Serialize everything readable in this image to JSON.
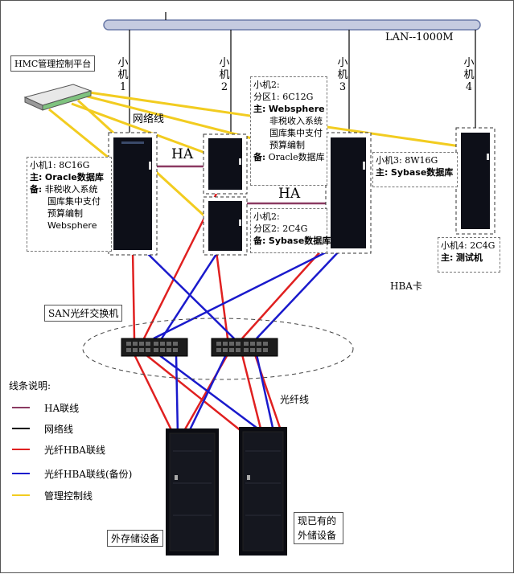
{
  "network": {
    "lan_label": "LAN--1000M",
    "hmc_label": "HMC管理控制平台",
    "net_line_label": "网络线",
    "ha_label": "HA",
    "hba_label": "HBA卡",
    "san_label": "SAN光纤交换机",
    "fiber_label": "光纤线"
  },
  "machines": {
    "m1": "小机1",
    "m2": "小机2",
    "m3": "小机3",
    "m4": "小机4"
  },
  "boxes": {
    "m1": {
      "title": "小机1: 8C16G",
      "main_tag": "主:",
      "main": "Oracle数据库",
      "backup_tag": "备:",
      "backup": [
        "非税收入系统",
        "国库集中支付",
        "预算编制",
        "Websphere"
      ]
    },
    "m2p1": {
      "title": "小机2:",
      "partition": "分区1: 6C12G",
      "main_tag": "主:",
      "main": "Websphere",
      "extra": [
        "非税收入系统",
        "国库集中支付",
        "预算编制"
      ],
      "backup_tag": "备:",
      "backup": "Oracle数据库"
    },
    "m2p2": {
      "title": "小机2:",
      "partition": "分区2: 2C4G",
      "backup_tag": "备:",
      "backup": "Sybase数据库"
    },
    "m3": {
      "title": "小机3: 8W16G",
      "main_tag": "主:",
      "main": "Sybase数据库"
    },
    "m4": {
      "title": "小机4: 2C4G",
      "main_tag": "主:",
      "main": "测试机"
    }
  },
  "storage": {
    "external": "外存储设备",
    "existing": "现已有的外储设备"
  },
  "legend": {
    "title": "线条说明:",
    "items": [
      {
        "label": "HA联线",
        "color": "#8b3a62"
      },
      {
        "label": "网络线",
        "color": "#000000"
      },
      {
        "label": "光纤HBA联线",
        "color": "#e02020"
      },
      {
        "label": "光纤HBA联线(备份)",
        "color": "#1a1acc"
      },
      {
        "label": "管理控制线",
        "color": "#f2cc20"
      }
    ]
  },
  "colors": {
    "ha": "#8b3a62",
    "network": "#000000",
    "fiber": "#e02020",
    "fiber_backup": "#1a1acc",
    "mgmt": "#f2cc20",
    "lan_bar": "#c5cbe0"
  }
}
